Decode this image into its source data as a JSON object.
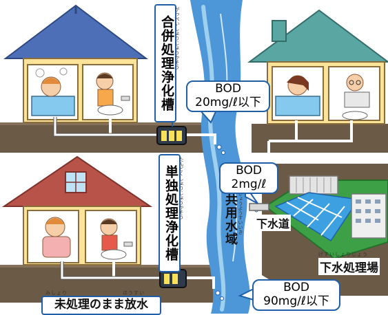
{
  "labels": {
    "combined_tank": "合併処理浄化槽",
    "combined_tank_ruby": "がっぺいしょりじょうかそう",
    "single_tank": "単独処理浄化槽",
    "single_tank_ruby": "たんどくしょりじょうかそう",
    "untreated": "未処理のまま放水",
    "untreated_ruby_1": "みしょり",
    "untreated_ruby_2": "ほうすい",
    "public_water": "公共用水域",
    "public_water_ruby": "こうきょうようすいいき",
    "sewer_pipe": "下水道",
    "sewage_plant": "下水処理場",
    "sewage_plant_ruby": "げすいしょりじょう"
  },
  "bod": {
    "combined": {
      "title": "BOD",
      "value": "20mg/ℓ以下"
    },
    "sewer": {
      "title": "BOD",
      "value": "2mg/ℓ"
    },
    "untreated": {
      "title": "BOD",
      "value": "90mg/ℓ以下"
    }
  },
  "colors": {
    "river": "#4d97d8",
    "river_light": "#9fd0f0",
    "ground": "#6b5a46",
    "wall": "#fbe39a",
    "roof_blue": "#4d6fb8",
    "roof_teal": "#5aa6a3",
    "roof_red": "#b8534a",
    "frame_blue": "#1f5fa8",
    "plant_green": "#3ea046",
    "water_tank": "#3da0e0"
  }
}
